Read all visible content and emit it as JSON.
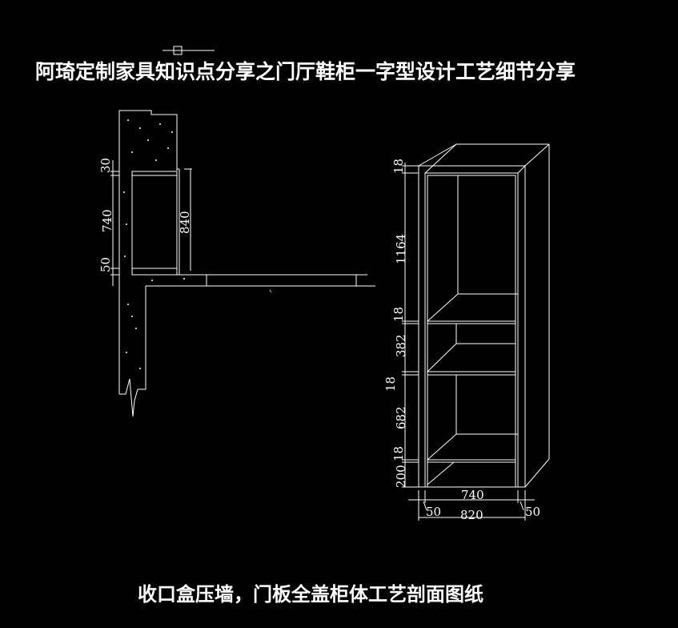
{
  "title": "阿琦定制家具知识点分享之门厅鞋柜一字型设计工艺细节分享",
  "caption": "收口盒压墙，门板全盖柜体工艺剖面图纸",
  "section_view": {
    "dimensions": {
      "top_gap": "30",
      "inner_height": "740",
      "bottom_gap": "50",
      "total_height": "840"
    }
  },
  "cabinet_view": {
    "vertical_dimensions": [
      "18",
      "1164",
      "18",
      "382",
      "18",
      "682",
      "18",
      "200"
    ],
    "width_inner": "740",
    "width_total": "820",
    "side_left": "50",
    "side_right": "50"
  },
  "colors": {
    "background": "#000000",
    "lines": "#ffffff",
    "accent": "#00ffff"
  }
}
